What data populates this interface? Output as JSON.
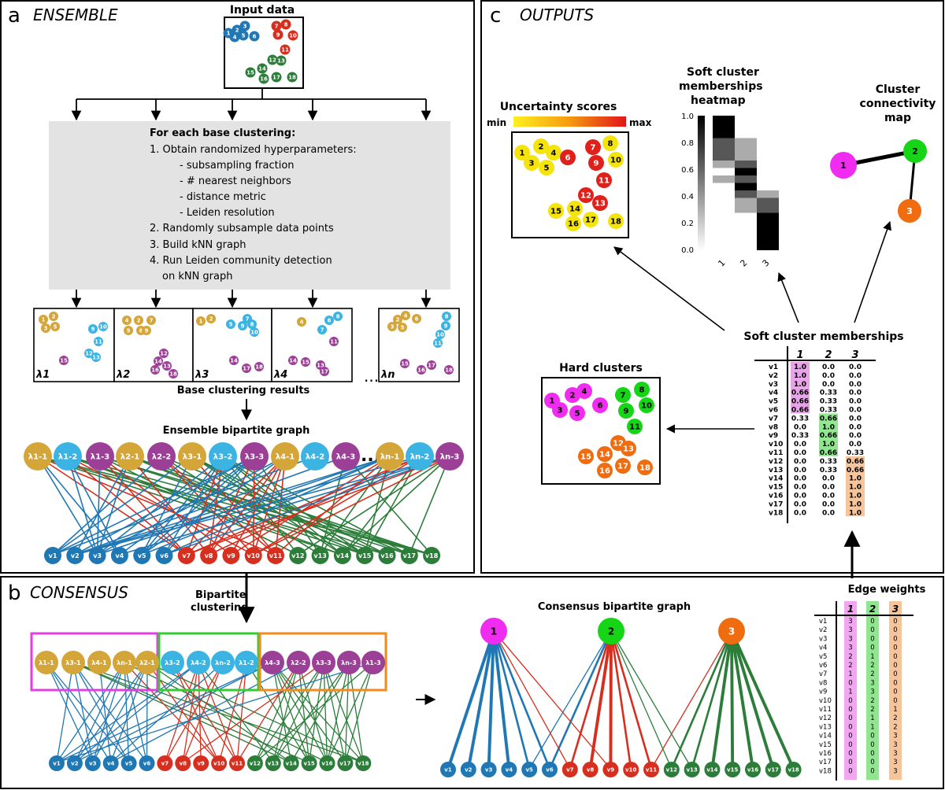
{
  "panel_a": {
    "letter": "a",
    "title": "ENSEMBLE",
    "input_label": "Input data",
    "steps_title": "For each base clustering:",
    "steps": [
      "1. Obtain randomized hyperparameters:",
      "- subsampling fraction",
      "- # nearest neighbors",
      "- distance metric",
      "- Leiden resolution",
      "2. Randomly subsample data points",
      "3. Build kNN graph",
      "4. Run Leiden community detection",
      "on kNN graph"
    ],
    "base_labels": [
      "λ1",
      "λ2",
      "λ3",
      "λ4",
      "λn"
    ],
    "dots": "...",
    "base_results_label": "Base clustering results",
    "ensemble_label": "Ensemble bipartite graph"
  },
  "panel_b": {
    "letter": "b",
    "title": "CONSENSUS",
    "bipartite_clustering_label": "Bipartite clustering",
    "consensus_label": "Consensus bipartite graph"
  },
  "panel_c": {
    "letter": "c",
    "title": "OUTPUTS",
    "uncertainty_label": "Uncertainty scores",
    "scale_min": "min",
    "scale_max": "max",
    "heatmap_title": "Soft cluster memberships heatmap",
    "heatmap_y_ticks": [
      "1.0",
      "0.8",
      "0.6",
      "0.4",
      "0.2",
      "0.0"
    ],
    "heatmap_x_ticks": [
      "1",
      "2",
      "3"
    ],
    "connectivity_title": "Cluster connectivity map",
    "soft_label": "Soft cluster memberships",
    "hard_label": "Hard clusters",
    "edge_weights_label": "Edge weights",
    "cluster_headers": [
      "1",
      "2",
      "3"
    ]
  },
  "ensemble_nodes": [
    "λ1-1",
    "λ1-2",
    "λ1-3",
    "λ2-1",
    "λ2-2",
    "λ3-1",
    "λ3-2",
    "λ3-3",
    "λ4-1",
    "λ4-2",
    "λ4-3",
    "...",
    "λn-1",
    "λn-2",
    "λn-3"
  ],
  "consensus_nodes": [
    {
      "label": "λ1-1",
      "c": "gold"
    },
    {
      "label": "λ3-1",
      "c": "gold"
    },
    {
      "label": "λ4-1",
      "c": "gold"
    },
    {
      "label": "λn-1",
      "c": "gold"
    },
    {
      "label": "λ2-1",
      "c": "gold"
    },
    {
      "label": "λ3-2",
      "c": "sky"
    },
    {
      "label": "λ4-2",
      "c": "sky"
    },
    {
      "label": "λn-2",
      "c": "sky"
    },
    {
      "label": "λ1-2",
      "c": "sky"
    },
    {
      "label": "λ4-3",
      "c": "purple"
    },
    {
      "label": "λ2-2",
      "c": "purple"
    },
    {
      "label": "λ3-3",
      "c": "purple"
    },
    {
      "label": "λn-3",
      "c": "purple"
    },
    {
      "label": "λ1-3",
      "c": "purple"
    }
  ],
  "v_labels": [
    "v1",
    "v2",
    "v3",
    "v4",
    "v5",
    "v6",
    "v7",
    "v8",
    "v9",
    "v10",
    "v11",
    "v12",
    "v13",
    "v14",
    "v15",
    "v16",
    "v17",
    "v18"
  ],
  "soft_memberships": [
    [
      "1.0",
      "0.0",
      "0.0"
    ],
    [
      "1.0",
      "0.0",
      "0.0"
    ],
    [
      "1.0",
      "0.0",
      "0.0"
    ],
    [
      "0.66",
      "0.33",
      "0.0"
    ],
    [
      "0.66",
      "0.33",
      "0.0"
    ],
    [
      "0.66",
      "0.33",
      "0.0"
    ],
    [
      "0.33",
      "0.66",
      "0.0"
    ],
    [
      "0.0",
      "1.0",
      "0.0"
    ],
    [
      "0.33",
      "0.66",
      "0.0"
    ],
    [
      "0.0",
      "1.0",
      "0.0"
    ],
    [
      "0.0",
      "0.66",
      "0.33"
    ],
    [
      "0.0",
      "0.33",
      "0.66"
    ],
    [
      "0.0",
      "0.33",
      "0.66"
    ],
    [
      "0.0",
      "0.0",
      "1.0"
    ],
    [
      "0.0",
      "0.0",
      "1.0"
    ],
    [
      "0.0",
      "0.0",
      "1.0"
    ],
    [
      "0.0",
      "0.0",
      "1.0"
    ],
    [
      "0.0",
      "0.0",
      "1.0"
    ]
  ],
  "edge_weights": [
    [
      "3",
      "0",
      "0"
    ],
    [
      "3",
      "0",
      "0"
    ],
    [
      "3",
      "0",
      "0"
    ],
    [
      "3",
      "0",
      "0"
    ],
    [
      "2",
      "1",
      "0"
    ],
    [
      "2",
      "2",
      "0"
    ],
    [
      "1",
      "2",
      "0"
    ],
    [
      "0",
      "3",
      "0"
    ],
    [
      "1",
      "3",
      "0"
    ],
    [
      "0",
      "2",
      "0"
    ],
    [
      "0",
      "2",
      "1"
    ],
    [
      "0",
      "1",
      "2"
    ],
    [
      "0",
      "1",
      "2"
    ],
    [
      "0",
      "0",
      "3"
    ],
    [
      "0",
      "0",
      "3"
    ],
    [
      "0",
      "0",
      "3"
    ],
    [
      "0",
      "0",
      "3"
    ],
    [
      "0",
      "0",
      "3"
    ]
  ],
  "uncertainty_points": [
    {
      "n": "1",
      "c": "#f5e30c"
    },
    {
      "n": "2",
      "c": "#f5e30c"
    },
    {
      "n": "3",
      "c": "#f5e30c"
    },
    {
      "n": "4",
      "c": "#f5e30c"
    },
    {
      "n": "5",
      "c": "#f5e30c"
    },
    {
      "n": "6",
      "c": "#e0201b"
    },
    {
      "n": "7",
      "c": "#e0201b"
    },
    {
      "n": "8",
      "c": "#f5e30c"
    },
    {
      "n": "9",
      "c": "#e0201b"
    },
    {
      "n": "10",
      "c": "#f5e30c"
    },
    {
      "n": "11",
      "c": "#e0201b"
    },
    {
      "n": "12",
      "c": "#e0201b"
    },
    {
      "n": "13",
      "c": "#e0201b"
    },
    {
      "n": "14",
      "c": "#f5e30c"
    },
    {
      "n": "15",
      "c": "#f5e30c"
    },
    {
      "n": "16",
      "c": "#f5e30c"
    },
    {
      "n": "17",
      "c": "#f5e30c"
    },
    {
      "n": "18",
      "c": "#f5e30c"
    }
  ],
  "hard_cluster_points": [
    {
      "n": "1",
      "c": "#f02cf0"
    },
    {
      "n": "2",
      "c": "#f02cf0"
    },
    {
      "n": "3",
      "c": "#f02cf0"
    },
    {
      "n": "4",
      "c": "#f02cf0"
    },
    {
      "n": "5",
      "c": "#f02cf0"
    },
    {
      "n": "6",
      "c": "#f02cf0"
    },
    {
      "n": "7",
      "c": "#16d516"
    },
    {
      "n": "8",
      "c": "#16d516"
    },
    {
      "n": "9",
      "c": "#16d516"
    },
    {
      "n": "10",
      "c": "#16d516"
    },
    {
      "n": "11",
      "c": "#16d516"
    },
    {
      "n": "12",
      "c": "#ef6c10"
    },
    {
      "n": "13",
      "c": "#ef6c10"
    },
    {
      "n": "14",
      "c": "#ef6c10"
    },
    {
      "n": "15",
      "c": "#ef6c10"
    },
    {
      "n": "16",
      "c": "#ef6c10"
    },
    {
      "n": "17",
      "c": "#ef6c10"
    },
    {
      "n": "18",
      "c": "#ef6c10"
    }
  ],
  "input_points": [
    {
      "n": "1",
      "c": "#1f77b4"
    },
    {
      "n": "2",
      "c": "#1f77b4"
    },
    {
      "n": "3",
      "c": "#1f77b4"
    },
    {
      "n": "4",
      "c": "#1f77b4"
    },
    {
      "n": "5",
      "c": "#1f77b4"
    },
    {
      "n": "6",
      "c": "#1f77b4"
    },
    {
      "n": "7",
      "c": "#d62f1f"
    },
    {
      "n": "8",
      "c": "#d62f1f"
    },
    {
      "n": "9",
      "c": "#d62f1f"
    },
    {
      "n": "10",
      "c": "#d62f1f"
    },
    {
      "n": "11",
      "c": "#d62f1f"
    },
    {
      "n": "12",
      "c": "#2c7d3a"
    },
    {
      "n": "13",
      "c": "#2c7d3a"
    },
    {
      "n": "14",
      "c": "#2c7d3a"
    },
    {
      "n": "15",
      "c": "#2c7d3a"
    },
    {
      "n": "16",
      "c": "#2c7d3a"
    },
    {
      "n": "17",
      "c": "#2c7d3a"
    },
    {
      "n": "18",
      "c": "#2c7d3a"
    }
  ],
  "heatmap_values": [
    [
      1.0,
      0.0,
      0.0
    ],
    [
      1.0,
      0.0,
      0.0
    ],
    [
      1.0,
      0.0,
      0.0
    ],
    [
      0.66,
      0.33,
      0.0
    ],
    [
      0.66,
      0.33,
      0.0
    ],
    [
      0.66,
      0.33,
      0.0
    ],
    [
      0.33,
      0.66,
      0.0
    ],
    [
      0.0,
      1.0,
      0.0
    ],
    [
      0.33,
      0.66,
      0.0
    ],
    [
      0.0,
      1.0,
      0.0
    ],
    [
      0.0,
      0.66,
      0.33
    ],
    [
      0.0,
      0.33,
      0.66
    ],
    [
      0.0,
      0.33,
      0.66
    ],
    [
      0.0,
      0.0,
      1.0
    ],
    [
      0.0,
      0.0,
      1.0
    ],
    [
      0.0,
      0.0,
      1.0
    ],
    [
      0.0,
      0.0,
      1.0
    ],
    [
      0.0,
      0.0,
      1.0
    ]
  ],
  "colors": {
    "gold": "#d4a63a",
    "sky": "#3bb4e4",
    "purple": "#9c3f96",
    "blue": "#1f77b4",
    "red": "#d62f1f",
    "green": "#2c7d3a",
    "magenta": "#f02cf0",
    "lime": "#16d516",
    "orange": "#ef6c10"
  }
}
